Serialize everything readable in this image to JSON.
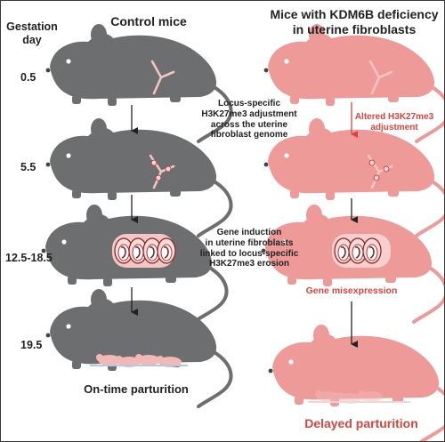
{
  "headers": {
    "gestation_day": "Gestation day",
    "control": "Control mice",
    "mutant_line1": "Mice with KDM6B deficiency",
    "mutant_line2": "in uterine fibroblasts"
  },
  "days": [
    "0.5",
    "5.5",
    "12.5-18.5",
    "19.5"
  ],
  "notes": {
    "adjustment_line1": "Locus-specific",
    "adjustment_line2": "H3K27me3 adjustment",
    "adjustment_line3": "across the uterine",
    "adjustment_line4": "fibroblast genome",
    "induction_line1": "Gene induction",
    "induction_line2": "in uterine fibroblasts",
    "induction_line3": "linked to locus-specific",
    "induction_line4": "H3K27me3 erosion"
  },
  "mutant_notes": {
    "altered_line1": "Altered H3K27me3",
    "altered_line2": "adjustment",
    "misexpression": "Gene misexpression"
  },
  "outcomes": {
    "control": "On-time parturition",
    "mutant": "Delayed parturition"
  },
  "colors": {
    "control_mouse": "#6d6e70",
    "mutant_mouse": "#ee9a98",
    "highlight_red": "#d9443f",
    "text": "#222222",
    "pup": "#f2b8b5"
  }
}
